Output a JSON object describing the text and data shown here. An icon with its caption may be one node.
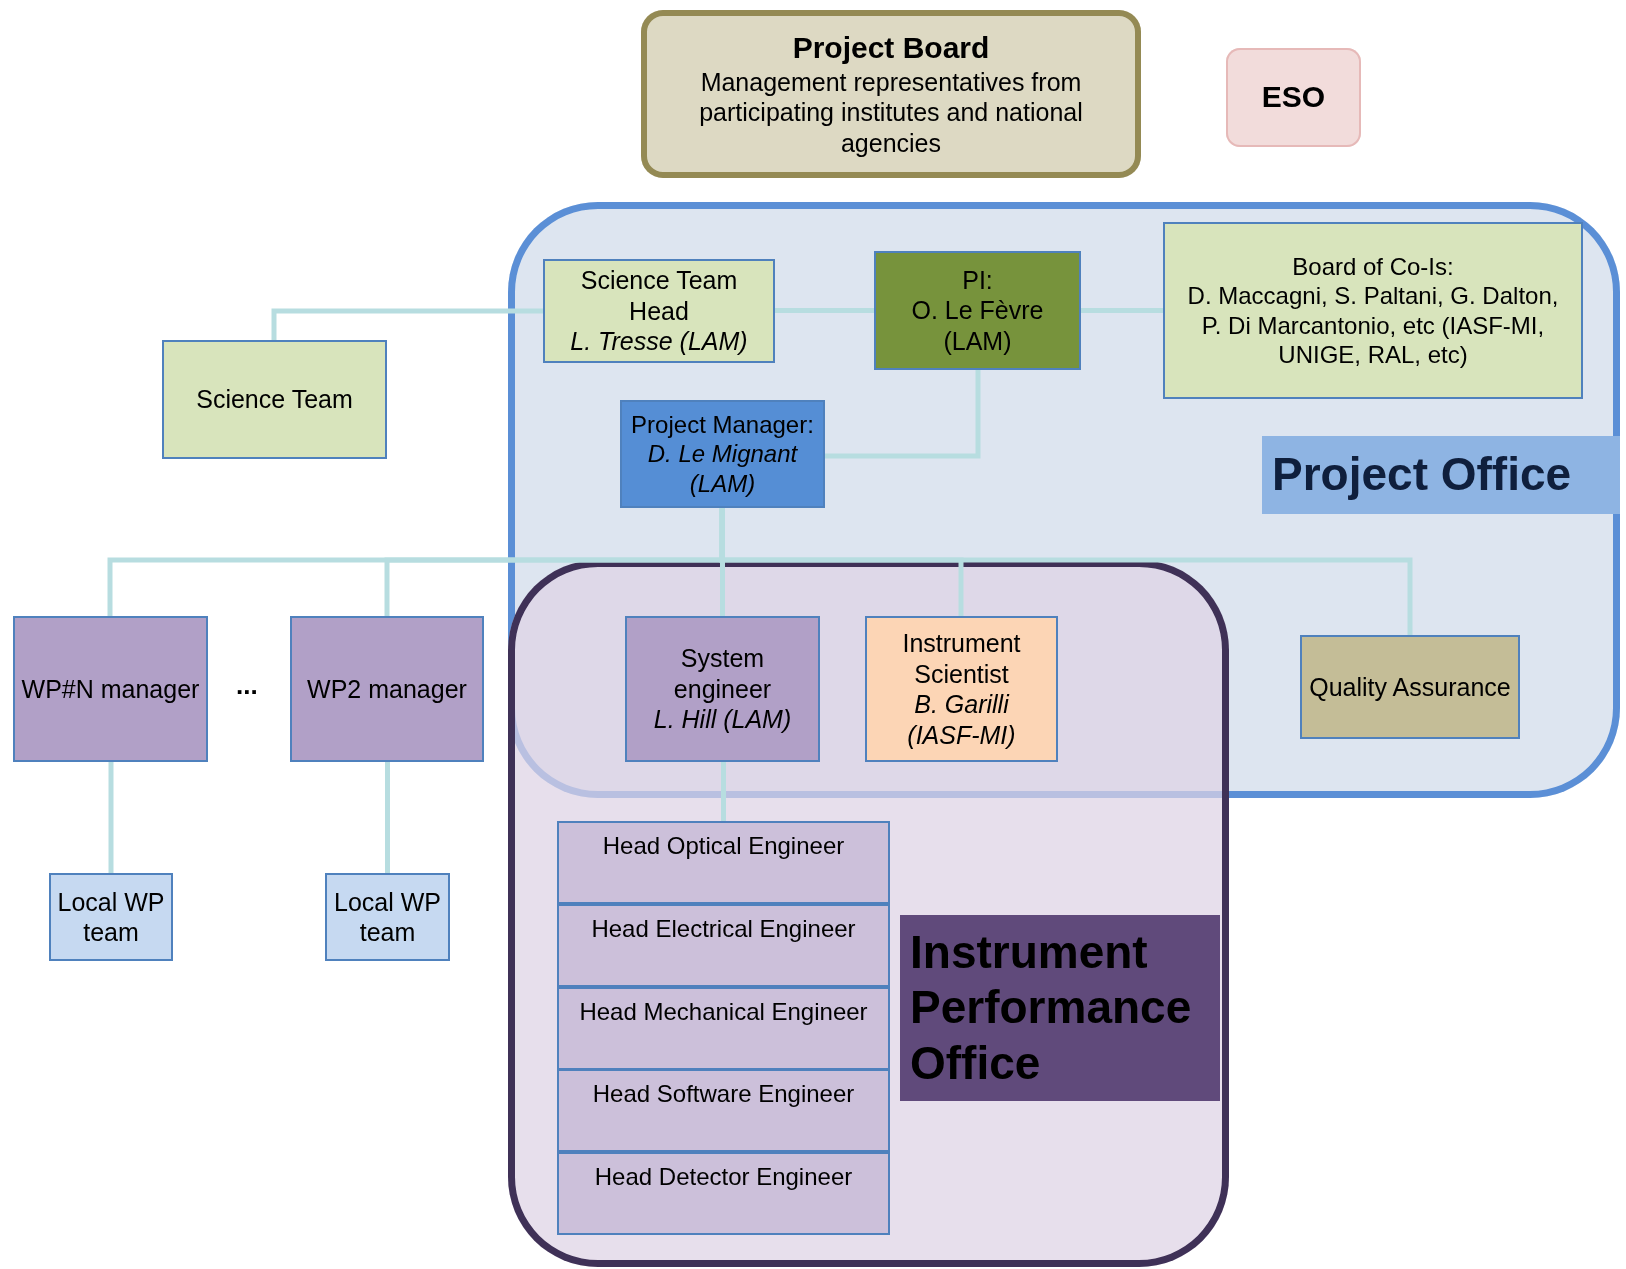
{
  "diagram": {
    "nodes": [
      {
        "text": [
          "Project Board",
          "Management representatives from participating institutes and national agencies"
        ]
      },
      {
        "text": [
          "ESO"
        ]
      },
      {
        "text": [
          "Project Office"
        ]
      },
      {
        "text": [
          "Science Team Head *L. Tresse (LAM)*"
        ],
        "in": 2
      },
      {
        "text": [
          "PI:",
          "O. Le Fèvre (LAM)"
        ],
        "in": 2
      },
      {
        "text": [
          "Board of Co-Is:",
          "D. Maccagni, S. Paltani, G. Dalton, P. Di Marcantonio, etc (IASF-MI, UNIGE, RAL, etc)"
        ],
        "in": 2
      },
      {
        "text": [
          "Science Team"
        ]
      },
      {
        "text": [
          "Project Manager: *D. Le Mignant (LAM)*"
        ],
        "in": 2
      },
      {
        "text": [
          "Instrument Performance Office"
        ]
      },
      {
        "text": [
          "WP#N manager"
        ]
      },
      {
        "text": [
          "WP2 manager"
        ]
      },
      {
        "text": [
          "System engineer *L. Hill (LAM)*"
        ]
      },
      {
        "text": [
          "Instrument Scientist *B. Garilli (IASF-MI)*"
        ]
      },
      {
        "text": [
          "Quality Assurance"
        ],
        "in": 2
      },
      {
        "text": [
          "Local WP team"
        ]
      },
      {
        "text": [
          "Local WP team"
        ]
      },
      {
        "text": [
          "Head Optical Engineer"
        ],
        "in": 8
      },
      {
        "text": [
          "Head Electrical Engineer"
        ],
        "in": 8
      },
      {
        "text": [
          "Head Mechanical Engineer"
        ],
        "in": 8
      },
      {
        "text": [
          "Head Software Engineer"
        ],
        "in": 8
      },
      {
        "text": [
          "Head Detector Engineer"
        ],
        "in": 8
      }
    ],
    "edges": [
      {
        "from": 3,
        "to": 6,
        "arrow": "none"
      },
      {
        "from": 3,
        "to": 4,
        "arrow": "none"
      },
      {
        "from": 4,
        "to": 5,
        "arrow": "none"
      },
      {
        "from": 4,
        "to": 7,
        "arrow": "none"
      },
      {
        "from": 7,
        "to": 9,
        "arrow": "none"
      },
      {
        "from": 7,
        "to": 10,
        "arrow": "none"
      },
      {
        "from": 7,
        "to": 11,
        "arrow": "none"
      },
      {
        "from": 7,
        "to": 12,
        "arrow": "none"
      },
      {
        "from": 7,
        "to": 13,
        "arrow": "none"
      },
      {
        "from": 9,
        "to": 14,
        "arrow": "none"
      },
      {
        "from": 10,
        "to": 15,
        "arrow": "none"
      },
      {
        "from": 11,
        "to": 16,
        "arrow": "none"
      }
    ],
    "labels": [
      "..."
    ]
  }
}
